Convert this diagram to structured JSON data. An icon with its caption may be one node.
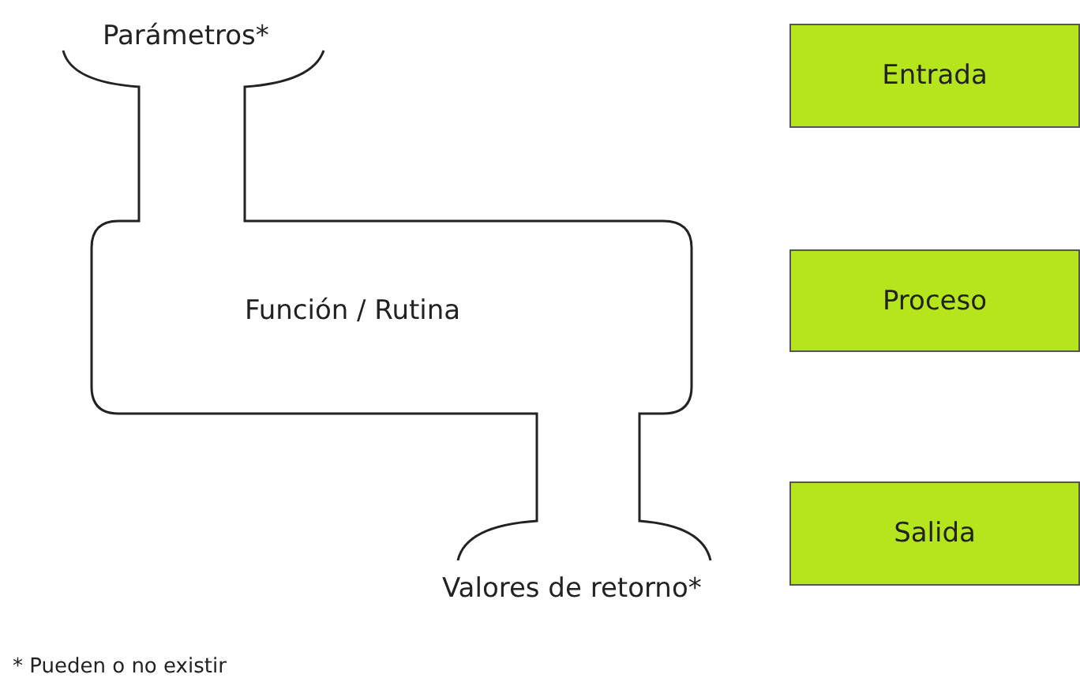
{
  "diagram": {
    "nodes": [
      {
        "text": [
          "Parámetros*",
          "Función / Rutina",
          "Valores de retorno*"
        ]
      },
      {
        "text": [
          "Entrada"
        ]
      },
      {
        "text": [
          "Proceso"
        ]
      },
      {
        "text": [
          "Salida"
        ]
      }
    ],
    "edges": [],
    "labels": [
      "* Pueden o no existir"
    ]
  }
}
